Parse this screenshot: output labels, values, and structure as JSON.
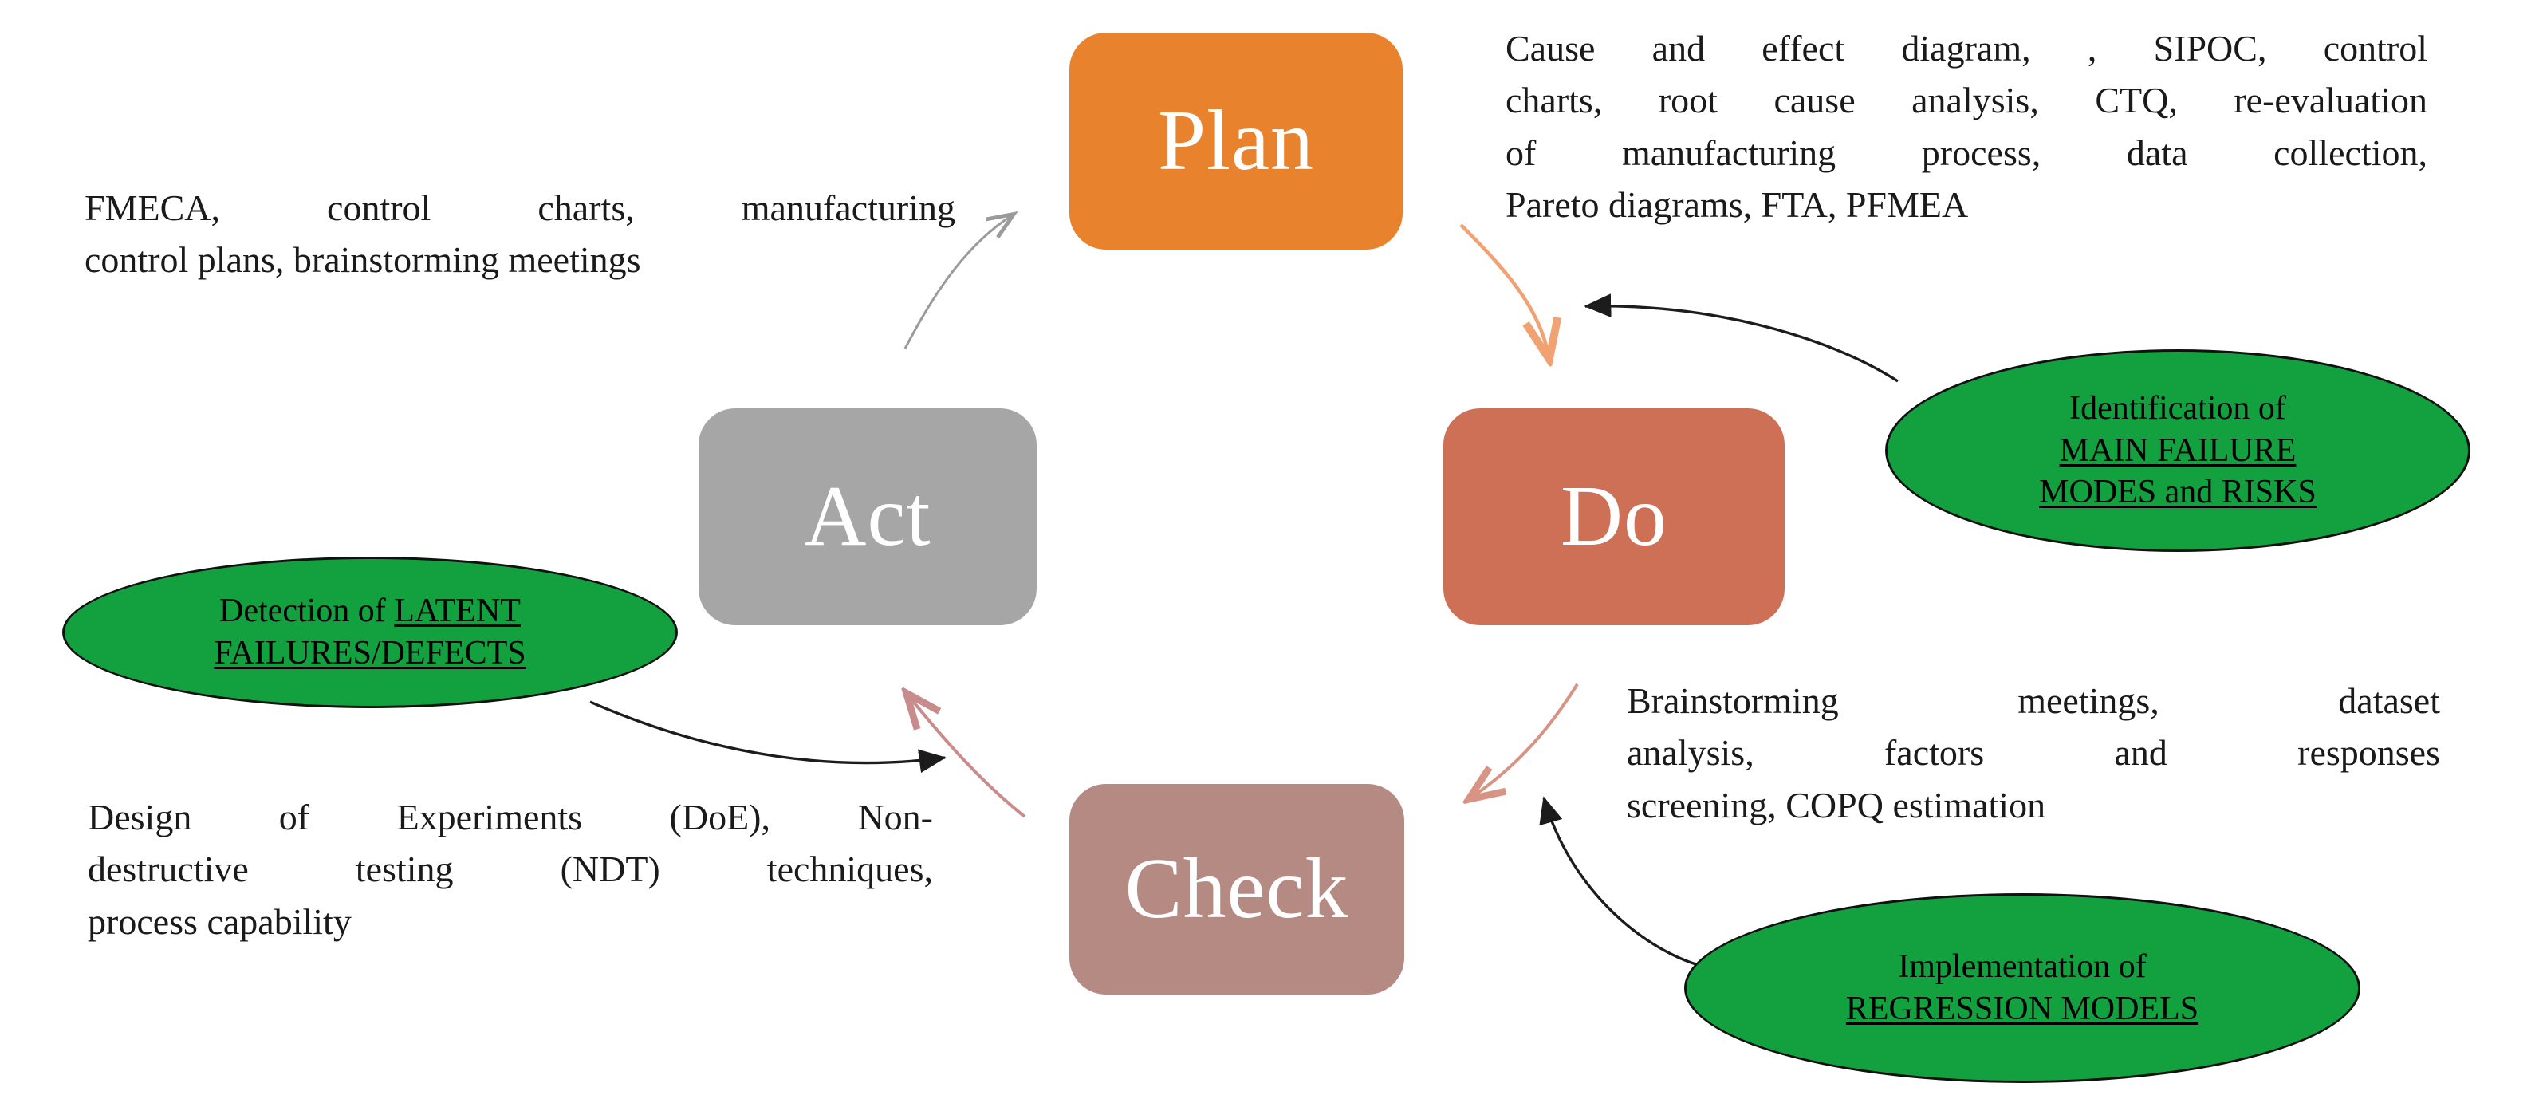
{
  "diagram": {
    "title": "PDCA cycle with quality tools and outcomes",
    "colors": {
      "plan": "#E8822C",
      "do": "#CE7056",
      "act": "#A6A6A6",
      "check": "#B48A83",
      "ellipse_green": "#13A13F",
      "ellipse_border": "#111111",
      "text_dark": "#1a1a1a",
      "arrow_plan_to_do": "#F0A272",
      "arrow_do_to_check": "#D79384",
      "arrow_check_to_act": "#C98C8C",
      "arrow_act_to_plan": "#9A9A9A",
      "connector_black": "#1c1c1c"
    },
    "stages": [
      {
        "id": "plan",
        "label": "Plan"
      },
      {
        "id": "do",
        "label": "Do"
      },
      {
        "id": "check",
        "label": "Check"
      },
      {
        "id": "act",
        "label": "Act"
      }
    ],
    "notes": {
      "act": {
        "lines": [
          "FMECA, control charts, manufacturing",
          "control plans, brainstorming meetings"
        ]
      },
      "plan": {
        "lines": [
          "Cause and effect diagram, , SIPOC, control",
          "charts, root cause analysis, CTQ, re-evaluation",
          "of manufacturing process, data collection,",
          "Pareto diagrams, FTA, PFMEA"
        ]
      },
      "check": {
        "lines": [
          "Brainstorming meetings, dataset",
          "analysis, factors and responses",
          "screening, COPQ estimation"
        ]
      },
      "do": {
        "lines": [
          "Design of Experiments (DoE), Non-",
          "destructive testing (NDT) techniques,",
          "process capability"
        ]
      }
    },
    "outcomes": {
      "failure_modes": {
        "line1": "Identification of",
        "line2": "MAIN FAILURE",
        "line3": "MODES and RISKS"
      },
      "latent": {
        "line1_plain": "Detection of ",
        "line1_underlined": "LATENT",
        "line2": "FAILURES/DEFECTS"
      },
      "regression": {
        "line1": "Implementation of",
        "line2": "REGRESSION MODELS"
      }
    },
    "arrows": [
      {
        "id": "act-to-plan",
        "from": "Act",
        "to": "Plan",
        "color": "#9A9A9A"
      },
      {
        "id": "plan-to-do",
        "from": "Plan",
        "to": "Do",
        "color": "#F0A272"
      },
      {
        "id": "do-to-check",
        "from": "Do",
        "to": "Check",
        "color": "#D79384"
      },
      {
        "id": "check-to-act",
        "from": "Check",
        "to": "Act",
        "color": "#C98C8C"
      },
      {
        "id": "failure-modes-connector",
        "from": "Identification of MAIN FAILURE MODES and RISKS",
        "to": "Plan to Do arrow",
        "color": "#1c1c1c"
      },
      {
        "id": "latent-connector",
        "from": "Detection of LATENT FAILURES/DEFECTS",
        "to": "Check to Act arrow",
        "color": "#1c1c1c"
      },
      {
        "id": "regression-connector",
        "from": "Implementation of REGRESSION MODELS",
        "to": "Do to Check arrow",
        "color": "#1c1c1c"
      }
    ]
  }
}
